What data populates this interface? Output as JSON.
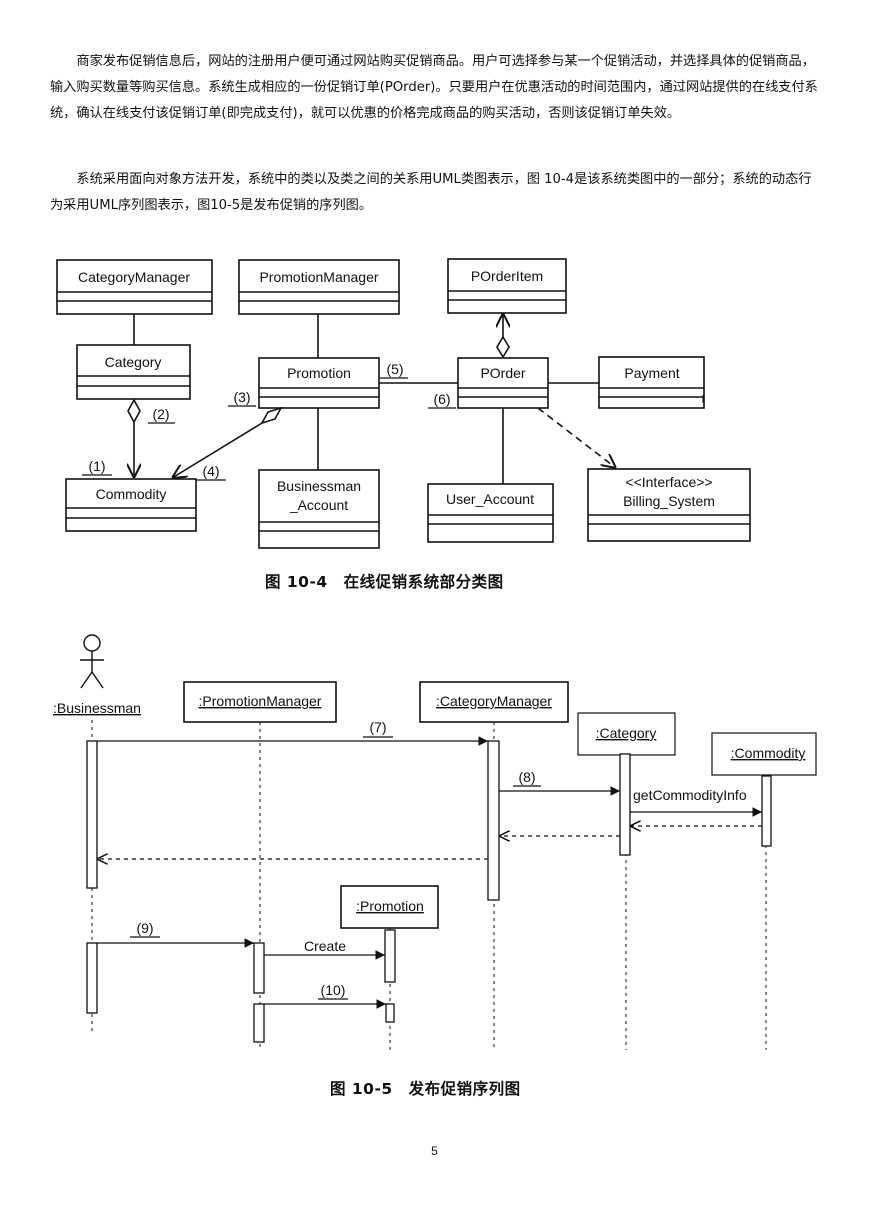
{
  "paragraphs": {
    "p1": "商家发布促销信息后，网站的注册用户便可通过网站购买促销商品。用户可选择参与某一个促销活动，并选择具体的促销商品，输入购买数量等购买信息。系统生成相应的一份促销订单(POrder)。只要用户在优惠活动的时间范围内，通过网站提供的在线支付系统，确认在线支付该促销订单(即完成支付)，就可以优惠的价格完成商品的购买活动，否则该促销订单失效。",
    "p2": "系统采用面向对象方法开发，系统中的类以及类之间的关系用UML类图表示，图 10-4是该系统类图中的一部分；系统的动态行为采用UML序列图表示，图10-5是发布促销的序列图。"
  },
  "class_diagram": {
    "caption": "图 10-4　在线促销系统部分类图",
    "classes": {
      "category_manager": "CategoryManager",
      "promotion_manager": "PromotionManager",
      "porder_item": "POrderItem",
      "category": "Category",
      "promotion": "Promotion",
      "porder": "POrder",
      "payment": "Payment",
      "commodity": "Commodity",
      "businessman_line1": "Businessman",
      "businessman_line2": "_Account",
      "user_account": "User_Account",
      "billing_line1": "<<Interface>>",
      "billing_line2": "Billing_System"
    },
    "blanks": {
      "b1": "(1)",
      "b2": "(2)",
      "b3": "(3)",
      "b4": "(4)",
      "b5": "(5)",
      "b6": "(6)"
    }
  },
  "sequence_diagram": {
    "caption": "图 10-5　发布促销序列图",
    "lifelines": {
      "businessman": ":Businessman",
      "promotion_manager": ":PromotionManager",
      "category_manager": ":CategoryManager",
      "category": ":Category",
      "commodity": ":Commodity",
      "promotion": ":Promotion"
    },
    "messages": {
      "m7": "(7)",
      "m8": "(8)",
      "m9": "(9)",
      "m10": "(10)",
      "get_info": "getCommodityInfo",
      "create": "Create"
    }
  },
  "page_number": "5"
}
